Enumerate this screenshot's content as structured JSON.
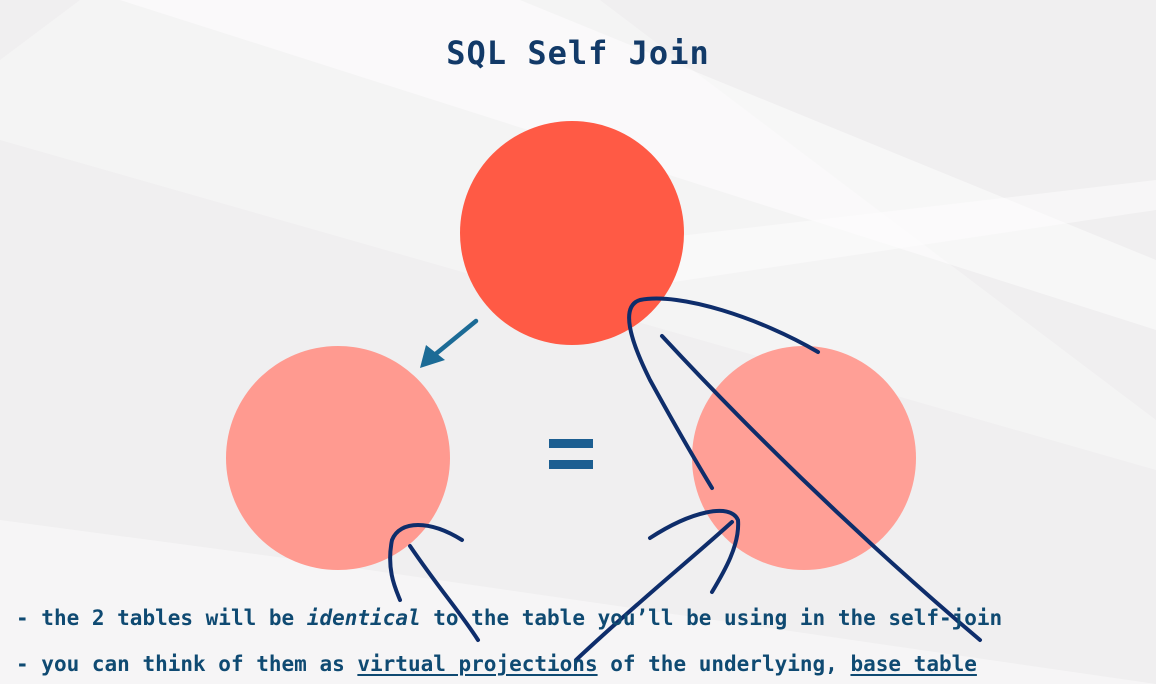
{
  "slide": {
    "title": "SQL Self Join",
    "equals_sign": "=",
    "bullets": [
      {
        "dash": "- ",
        "pre": "the 2 tables will be ",
        "em": "identical",
        "post": " to the table you’ll be using in the self-join"
      },
      {
        "dash": "- ",
        "pre": "you can think of them as ",
        "u1": "virtual projections",
        "mid": " of the underlying, ",
        "u2": "base table"
      }
    ]
  },
  "colors": {
    "background": "#f0eff0",
    "base_table_circle": "#ff5a45",
    "projection_circles": "#ff9a90",
    "arrow": "#1c6b96",
    "annotation_ink": "#0e2d6b",
    "text": "#0f4a72",
    "title": "#123a68"
  }
}
